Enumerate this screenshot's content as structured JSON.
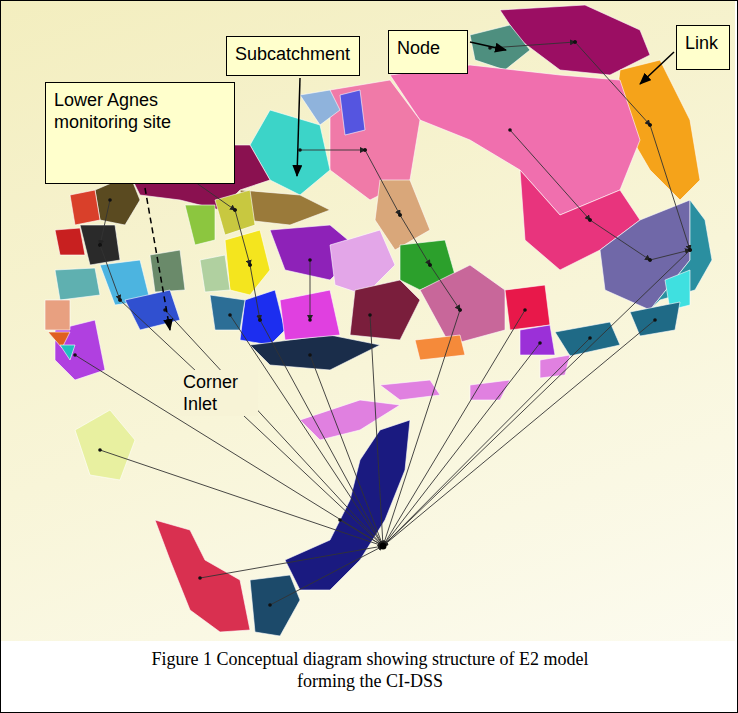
{
  "diagram": {
    "caption": "Figure 1 Conceptual diagram showing structure of E2 model forming the CI-DSS",
    "nodes": [
      {
        "text": [
          "Subcatchment"
        ]
      },
      {
        "text": [
          "Node"
        ]
      },
      {
        "text": [
          "Link"
        ]
      },
      {
        "text": [
          "Lower Agnes monitoring site"
        ]
      }
    ],
    "labels": [
      "Corner Inlet"
    ]
  }
}
